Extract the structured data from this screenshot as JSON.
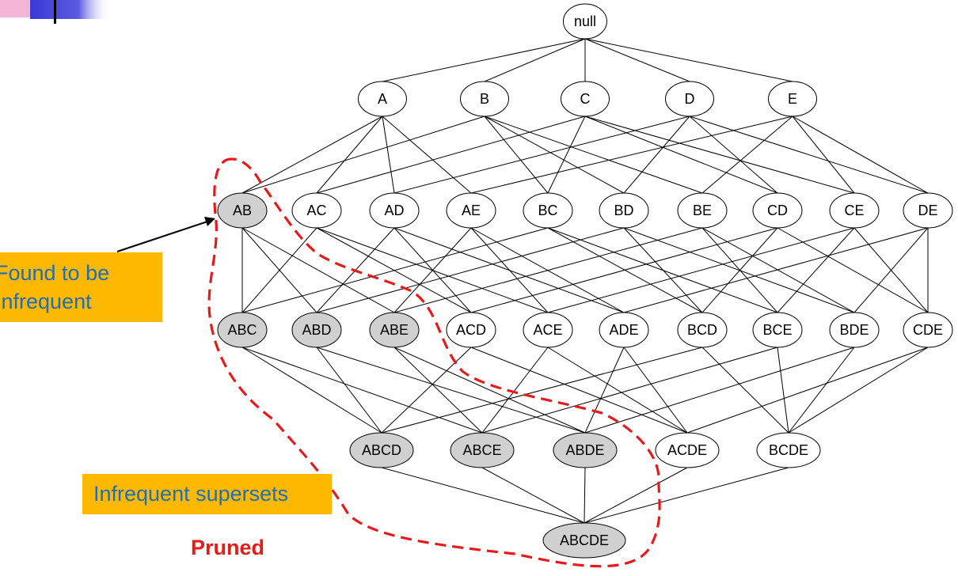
{
  "nodes": [
    {
      "id": "null",
      "label": "null",
      "level": 0,
      "infrequent": false
    },
    {
      "id": "A",
      "label": "A",
      "level": 1,
      "infrequent": false
    },
    {
      "id": "B",
      "label": "B",
      "level": 1,
      "infrequent": false
    },
    {
      "id": "C",
      "label": "C",
      "level": 1,
      "infrequent": false
    },
    {
      "id": "D",
      "label": "D",
      "level": 1,
      "infrequent": false
    },
    {
      "id": "E",
      "label": "E",
      "level": 1,
      "infrequent": false
    },
    {
      "id": "AB",
      "label": "AB",
      "level": 2,
      "infrequent": true
    },
    {
      "id": "AC",
      "label": "AC",
      "level": 2,
      "infrequent": false
    },
    {
      "id": "AD",
      "label": "AD",
      "level": 2,
      "infrequent": false
    },
    {
      "id": "AE",
      "label": "AE",
      "level": 2,
      "infrequent": false
    },
    {
      "id": "BC",
      "label": "BC",
      "level": 2,
      "infrequent": false
    },
    {
      "id": "BD",
      "label": "BD",
      "level": 2,
      "infrequent": false
    },
    {
      "id": "BE",
      "label": "BE",
      "level": 2,
      "infrequent": false
    },
    {
      "id": "CD",
      "label": "CD",
      "level": 2,
      "infrequent": false
    },
    {
      "id": "CE",
      "label": "CE",
      "level": 2,
      "infrequent": false
    },
    {
      "id": "DE",
      "label": "DE",
      "level": 2,
      "infrequent": false
    },
    {
      "id": "ABC",
      "label": "ABC",
      "level": 3,
      "infrequent": true
    },
    {
      "id": "ABD",
      "label": "ABD",
      "level": 3,
      "infrequent": true
    },
    {
      "id": "ABE",
      "label": "ABE",
      "level": 3,
      "infrequent": true
    },
    {
      "id": "ACD",
      "label": "ACD",
      "level": 3,
      "infrequent": false
    },
    {
      "id": "ACE",
      "label": "ACE",
      "level": 3,
      "infrequent": false
    },
    {
      "id": "ADE",
      "label": "ADE",
      "level": 3,
      "infrequent": false
    },
    {
      "id": "BCD",
      "label": "BCD",
      "level": 3,
      "infrequent": false
    },
    {
      "id": "BCE",
      "label": "BCE",
      "level": 3,
      "infrequent": false
    },
    {
      "id": "BDE",
      "label": "BDE",
      "level": 3,
      "infrequent": false
    },
    {
      "id": "CDE",
      "label": "CDE",
      "level": 3,
      "infrequent": false
    },
    {
      "id": "ABCD",
      "label": "ABCD",
      "level": 4,
      "infrequent": true
    },
    {
      "id": "ABCE",
      "label": "ABCE",
      "level": 4,
      "infrequent": true
    },
    {
      "id": "ABDE",
      "label": "ABDE",
      "level": 4,
      "infrequent": true
    },
    {
      "id": "ACDE",
      "label": "ACDE",
      "level": 4,
      "infrequent": false
    },
    {
      "id": "BCDE",
      "label": "BCDE",
      "level": 4,
      "infrequent": false
    },
    {
      "id": "ABCDE",
      "label": "ABCDE",
      "level": 5,
      "infrequent": true
    }
  ],
  "callouts": {
    "found_line1": "Found to be",
    "found_line2": "Infrequent",
    "supersets": "Infrequent supersets",
    "pruned": "Pruned"
  },
  "colors": {
    "infrequent_fill": "#d0d0d0",
    "frequent_fill": "#ffffff",
    "edge": "#000000",
    "prune_boundary": "#e41b1b",
    "callout_bg": "#ffb800",
    "callout_text": "#1f6fb5",
    "pruned_text": "#e41b1b"
  }
}
